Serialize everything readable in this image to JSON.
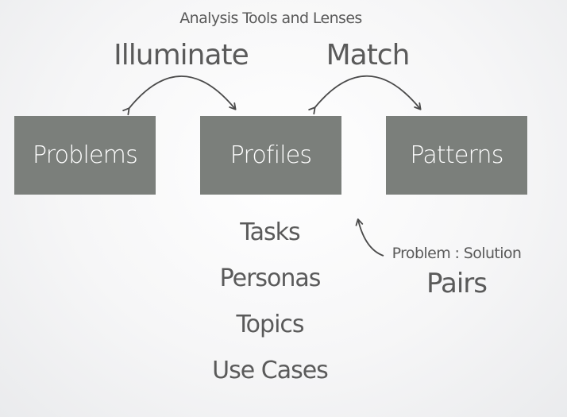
{
  "subtitle": "Analysis Tools and Lenses",
  "top_labels": {
    "illuminate": "Illuminate",
    "match": "Match"
  },
  "boxes": [
    {
      "label": "Problems"
    },
    {
      "label": "Profiles"
    },
    {
      "label": "Patterns"
    }
  ],
  "profile_items": [
    "Tasks",
    "Personas",
    "Topics",
    "Use Cases"
  ],
  "pattern_note": {
    "line1": "Problem : Solution",
    "line2": "Pairs"
  },
  "colors": {
    "box_fill": "#7b7f7b",
    "box_text": "#ffffff",
    "text": "#5a5a5a",
    "arrow": "#4a4a4a"
  }
}
